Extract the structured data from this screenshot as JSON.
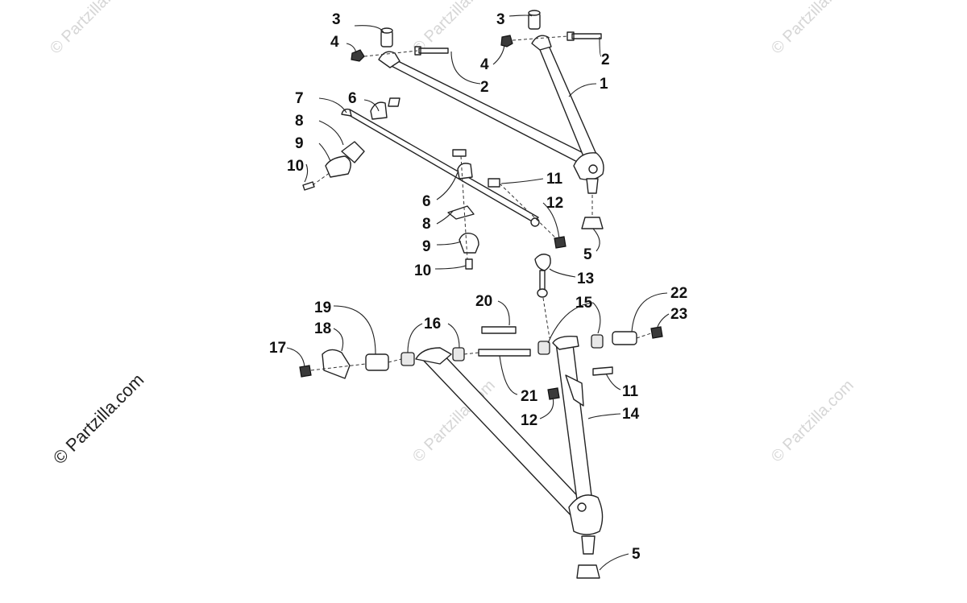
{
  "diagram": {
    "watermark": "© Partzilla.com",
    "callouts": [
      {
        "id": "c1",
        "label": "1"
      },
      {
        "id": "c2a",
        "label": "2"
      },
      {
        "id": "c2b",
        "label": "2"
      },
      {
        "id": "c3a",
        "label": "3"
      },
      {
        "id": "c3b",
        "label": "3"
      },
      {
        "id": "c4a",
        "label": "4"
      },
      {
        "id": "c4b",
        "label": "4"
      },
      {
        "id": "c5a",
        "label": "5"
      },
      {
        "id": "c5b",
        "label": "5"
      },
      {
        "id": "c6a",
        "label": "6"
      },
      {
        "id": "c6b",
        "label": "6"
      },
      {
        "id": "c7",
        "label": "7"
      },
      {
        "id": "c8a",
        "label": "8"
      },
      {
        "id": "c8b",
        "label": "8"
      },
      {
        "id": "c9a",
        "label": "9"
      },
      {
        "id": "c9b",
        "label": "9"
      },
      {
        "id": "c10a",
        "label": "10"
      },
      {
        "id": "c10b",
        "label": "10"
      },
      {
        "id": "c11a",
        "label": "11"
      },
      {
        "id": "c11b",
        "label": "11"
      },
      {
        "id": "c12a",
        "label": "12"
      },
      {
        "id": "c12b",
        "label": "12"
      },
      {
        "id": "c13",
        "label": "13"
      },
      {
        "id": "c14",
        "label": "14"
      },
      {
        "id": "c15",
        "label": "15"
      },
      {
        "id": "c16",
        "label": "16"
      },
      {
        "id": "c17",
        "label": "17"
      },
      {
        "id": "c18",
        "label": "18"
      },
      {
        "id": "c19",
        "label": "19"
      },
      {
        "id": "c20",
        "label": "20"
      },
      {
        "id": "c21",
        "label": "21"
      },
      {
        "id": "c22",
        "label": "22"
      },
      {
        "id": "c23",
        "label": "23"
      }
    ]
  }
}
